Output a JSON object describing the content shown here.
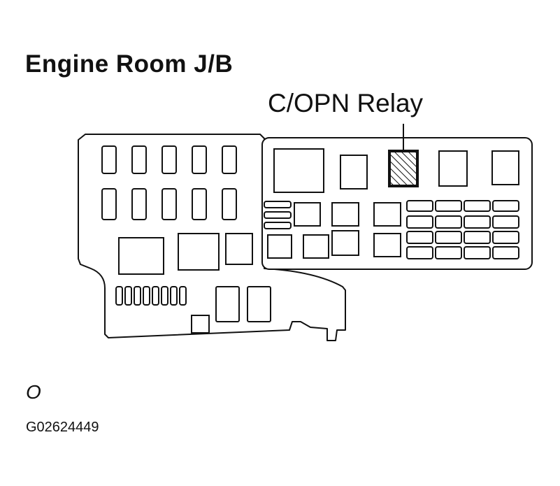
{
  "title": "Engine Room J/B",
  "callout": {
    "label": "C/OPN Relay",
    "highlight_color": "#111111"
  },
  "view_letter": "O",
  "figure_id": "G02624449"
}
